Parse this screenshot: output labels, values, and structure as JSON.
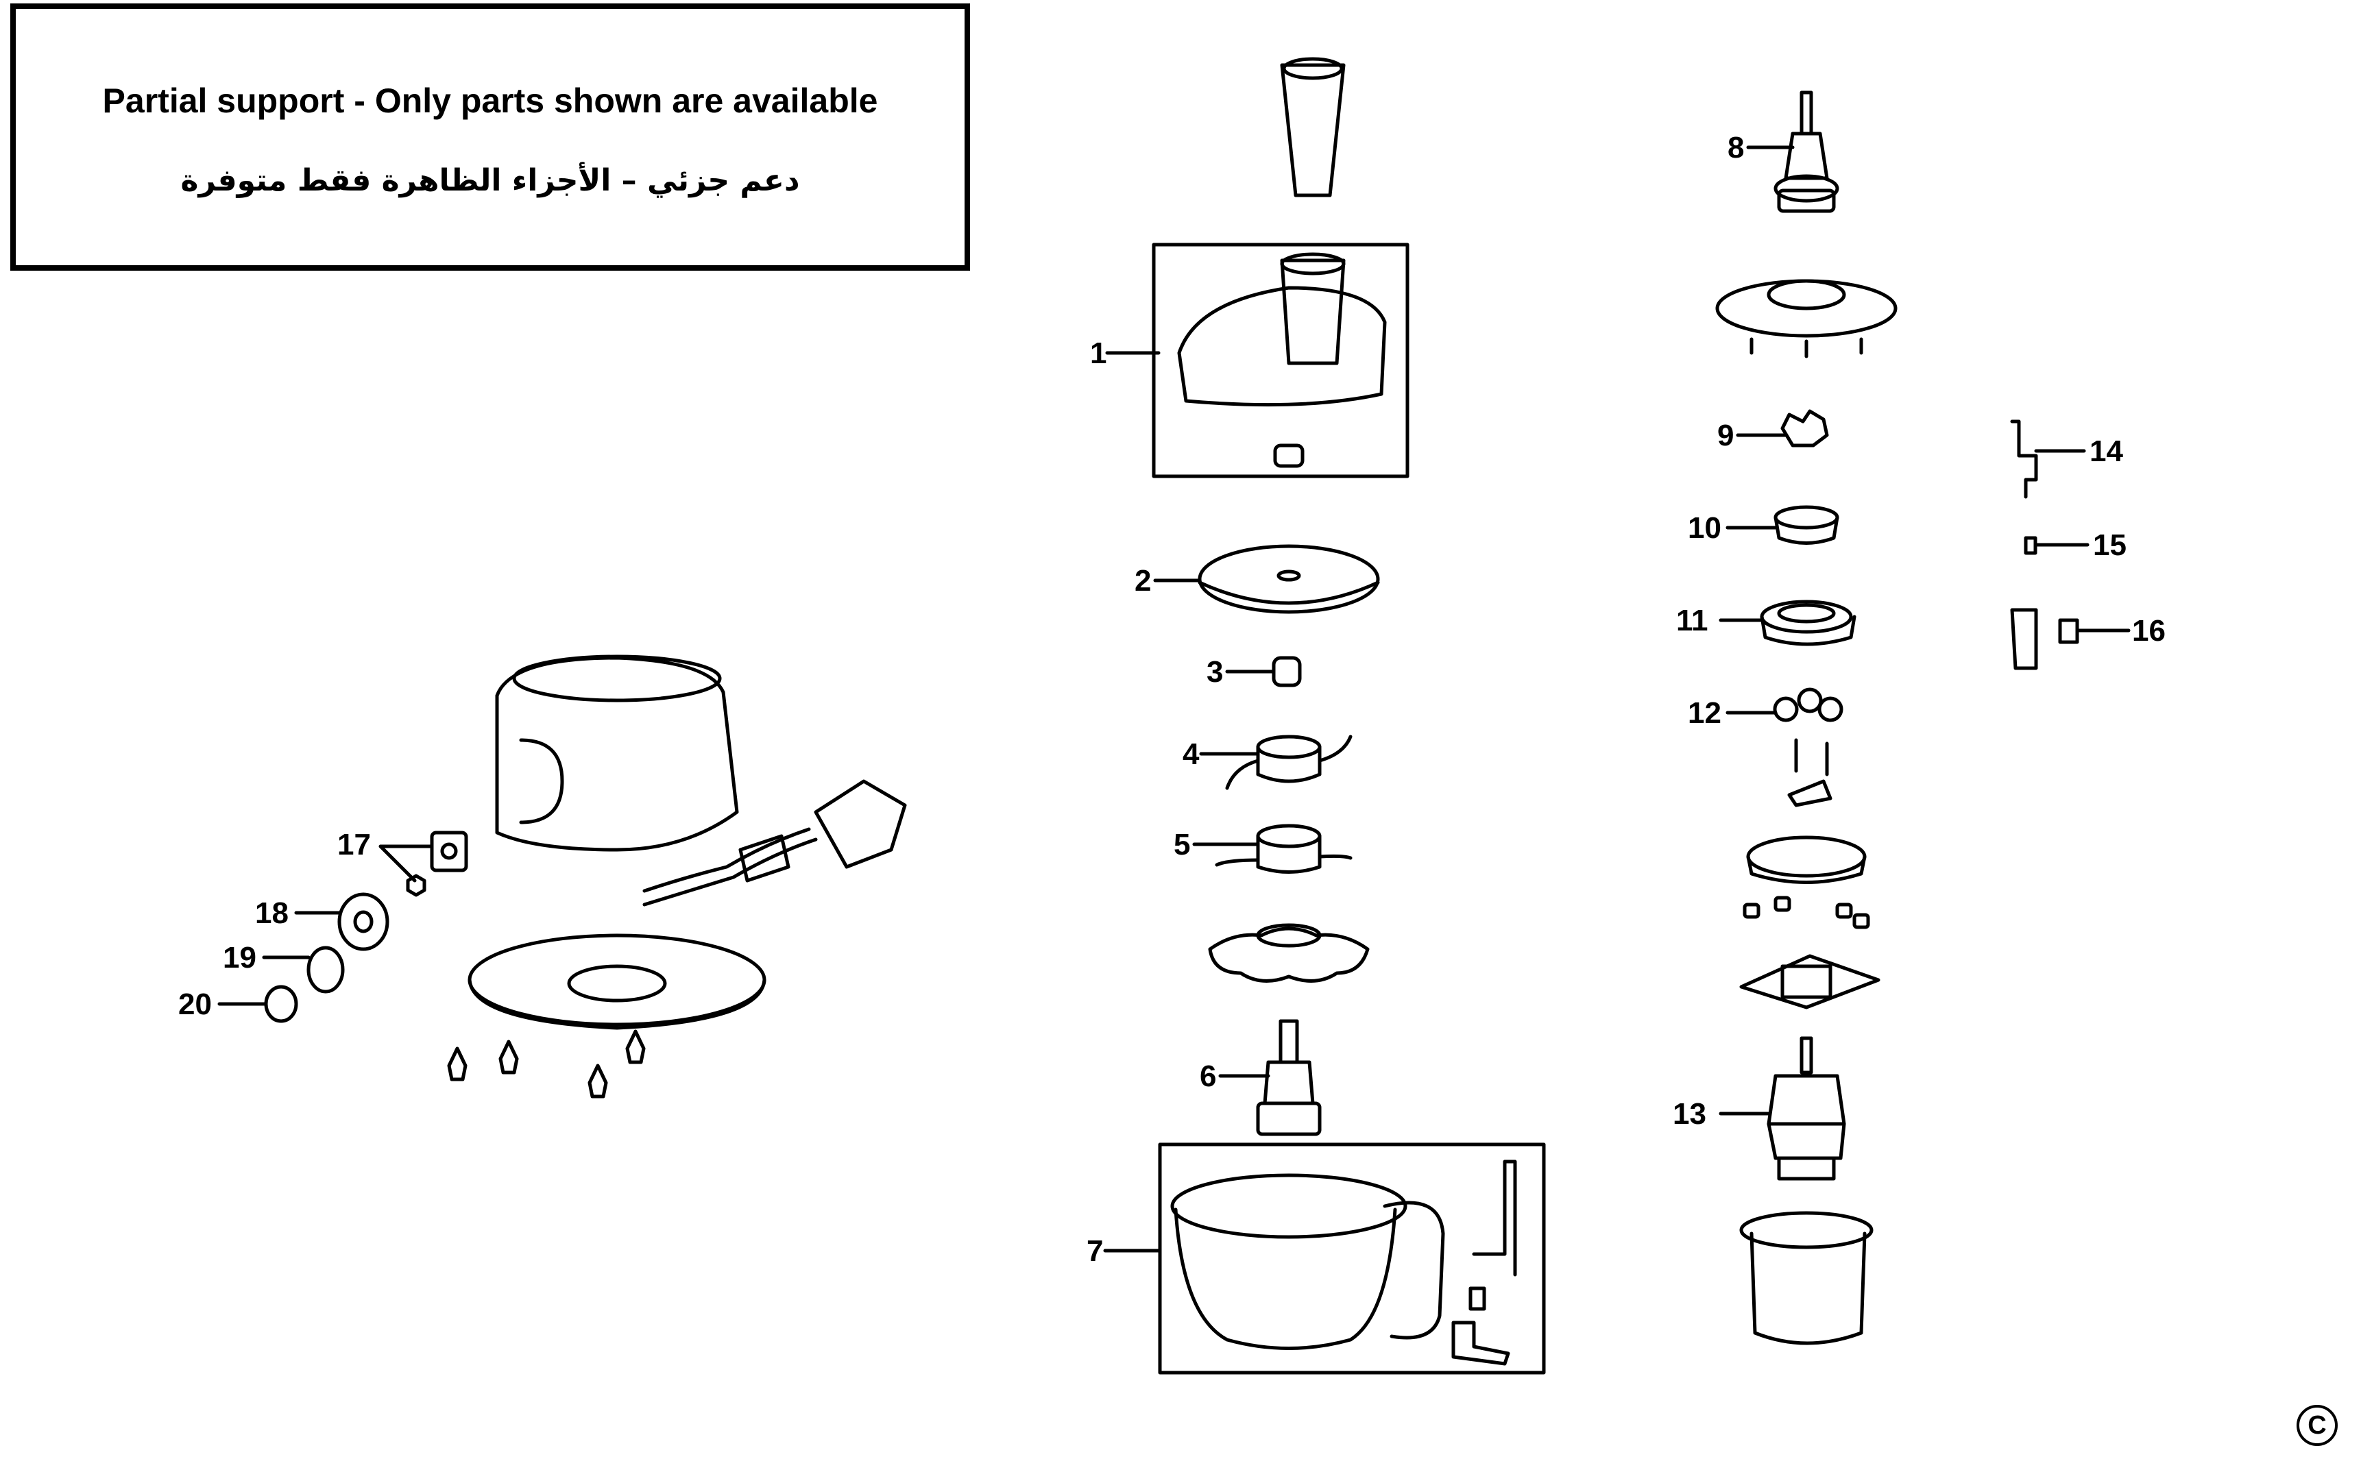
{
  "notice": {
    "english": "Partial support - Only parts shown are available",
    "arabic": "دعم جزئي – الأجزاء الظاهرة فقط متوفرة"
  },
  "part_labels": {
    "p1": "1",
    "p2": "2",
    "p3": "3",
    "p4": "4",
    "p5": "5",
    "p6": "6",
    "p7": "7",
    "p8": "8",
    "p9": "9",
    "p10": "10",
    "p11": "11",
    "p12": "12",
    "p13": "13",
    "p14": "14",
    "p15": "15",
    "p16": "16",
    "p17": "17",
    "p18": "18",
    "p19": "19",
    "p20": "20"
  },
  "copyright_symbol": "C"
}
